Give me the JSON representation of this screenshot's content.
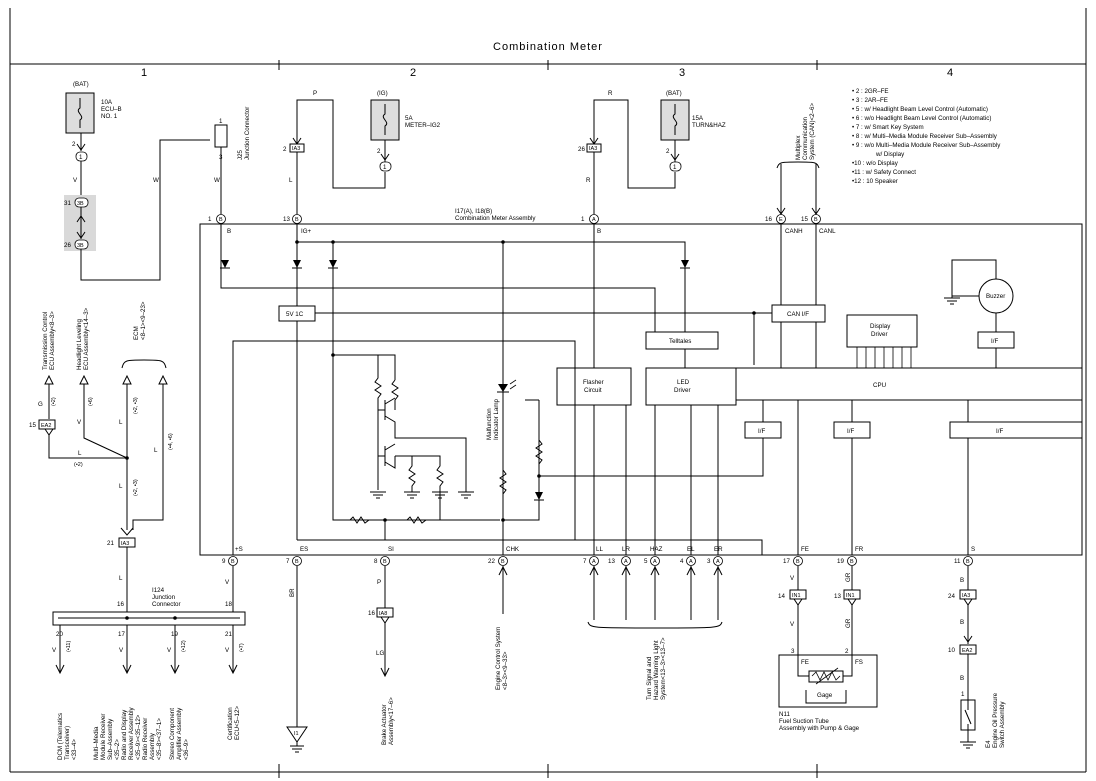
{
  "title": "Combination Meter",
  "columns": [
    "1",
    "2",
    "3",
    "4"
  ],
  "legend": [
    "• 2 : 2GR–FE",
    "• 3 : 2AR–FE",
    "• 5 : w/ Headlight Beam Level Control (Automatic)",
    "• 6 : w/o Headlight Beam Level Control (Automatic)",
    "• 7 : w/ Smart Key System",
    "• 8 : w/ Multi–Media Module Receiver Sub–Assembly",
    "• 9 : w/o Multi–Media Module Receiver Sub–Assembly",
    "w/ Display",
    "•10 : w/o Display",
    "•11 : w/ Safety Connect",
    "•12 : 10 Speaker"
  ],
  "fuses": {
    "bat1": {
      "supply": "(BAT)",
      "rating": "10A",
      "name1": "ECU–B",
      "name2": "NO. 1"
    },
    "ig": {
      "supply": "(IG)",
      "rating": "5A",
      "name1": "METER–IG2"
    },
    "bat2": {
      "supply": "(BAT)",
      "rating": "15A",
      "name1": "TURN&HAZ"
    }
  },
  "meter": {
    "name1": "I17(A), I18(B)",
    "name2": "Combination Meter Assembly"
  },
  "junction": {
    "j25": {
      "id": "J25",
      "name": "Junction Connector"
    },
    "i124": {
      "id": "I124",
      "name1": "Junction",
      "name2": "Connector"
    }
  },
  "connectors": {
    "ea2": "EA2",
    "ia3": "IA3",
    "ia8": "IA8",
    "in1": "IN1",
    "b16": "3B",
    "b26": "3B"
  },
  "wire_colors": {
    "p": "P",
    "b": "B",
    "w": "W",
    "v": "V",
    "l": "L",
    "r": "R",
    "g": "G",
    "br": "BR",
    "lg": "LG",
    "gr": "GR"
  },
  "pins": {
    "p1": "1",
    "p2": "2",
    "p3": "3",
    "p7": "7",
    "p8": "8",
    "p9": "9",
    "p10": "10",
    "p11": "11",
    "p13": "13",
    "p14": "14",
    "p15": "15",
    "p16": "16",
    "p17": "17",
    "p18": "18",
    "p19": "19",
    "p20": "20",
    "p21": "21",
    "p22": "22",
    "p24": "24",
    "p26": "26",
    "p31": "31",
    "p4": "4"
  },
  "pin_ids": {
    "a": "A",
    "b": "B",
    "e": "E",
    "id1": "1",
    "id3b": "3B"
  },
  "terminals": {
    "b": "B",
    "igp": "IG+",
    "canh": "CANH",
    "canl": "CANL",
    "plus_s": "+S",
    "es": "ES",
    "si": "SI",
    "chk": "CHK",
    "ll": "LL",
    "lr": "LR",
    "haz": "HAZ",
    "el": "EL",
    "er": "ER",
    "fe": "FE",
    "fr": "FR",
    "s": "S",
    "fs": "FS"
  },
  "blocks": {
    "v5": "5V 1C",
    "can_if": "CAN I/F",
    "telltales": "Telltales",
    "display_driver1": "Display",
    "display_driver2": "Driver",
    "led_driver1": "LED",
    "led_driver2": "Driver",
    "flasher1": "Flasher",
    "flasher2": "Circuit",
    "cpu": "CPU",
    "buzzer": "Buzzer",
    "if": "I/F",
    "gage": "Gage",
    "mil1": "Malfunction",
    "mil2": "Indicator Lamp"
  },
  "marks": {
    "m2": "(•2)",
    "m3": "(•3)",
    "m5": "(•5)",
    "m6": "(•6)",
    "m7": "(•7)",
    "m11": "(•11)",
    "m12": "(•12)",
    "m23": "(•2, •3)",
    "m46": "(•4, •6)",
    "m2b": "(•2)",
    "m23b": "(•2, •3)"
  },
  "vertical_labels": {
    "trans1": "Transmission Control",
    "trans2": "ECU Assembly<8–3>",
    "head1": "Headlight Leveling",
    "head2": "ECU Assembly<14–3>",
    "ecm1": "ECM",
    "ecm2": "<8–1><9–23>",
    "mpx1": "Multiplex",
    "mpx2": "Communication",
    "mpx3": "System (CAN)<2–6>",
    "dcm1": "DCM (Telematics",
    "dcm2": "Transceiver)",
    "dcm3": "<33–4>",
    "mm1": "Multi–Media",
    "mm2": "Module Receiver",
    "mm3": "Sub–Assembly",
    "mm4": "<35–2>",
    "mm5": "Radio and Display",
    "mm6": "Receiver Assembly",
    "mm7": "<35–9><35–12>",
    "mm8": "Radio Receiver",
    "mm9": "Assembly",
    "mm10": "<35–8><37–1>",
    "st1": "Stereo Component",
    "st2": "Amplifier Assembly",
    "st3": "<36–9>",
    "cert1": "Certification",
    "cert2": "ECU<5–12>",
    "brake1": "Brake Actuator",
    "brake2": "Assembly<17–6>",
    "eng1": "Engine Control System",
    "eng2": "<8–3><9–33>",
    "turn1": "Turn Signal and",
    "turn2": "Hazard Warning Light",
    "turn3": "System<13–3><13–7>",
    "oil1": "Engine Oil Pressure",
    "oil2": "Switch Assembly",
    "e4": "E4"
  },
  "ground": {
    "i1": "I1"
  },
  "fuel": {
    "id": "N11",
    "name1": "Fuel Suction Tube",
    "name2": "Assembly with Pump & Gage"
  }
}
